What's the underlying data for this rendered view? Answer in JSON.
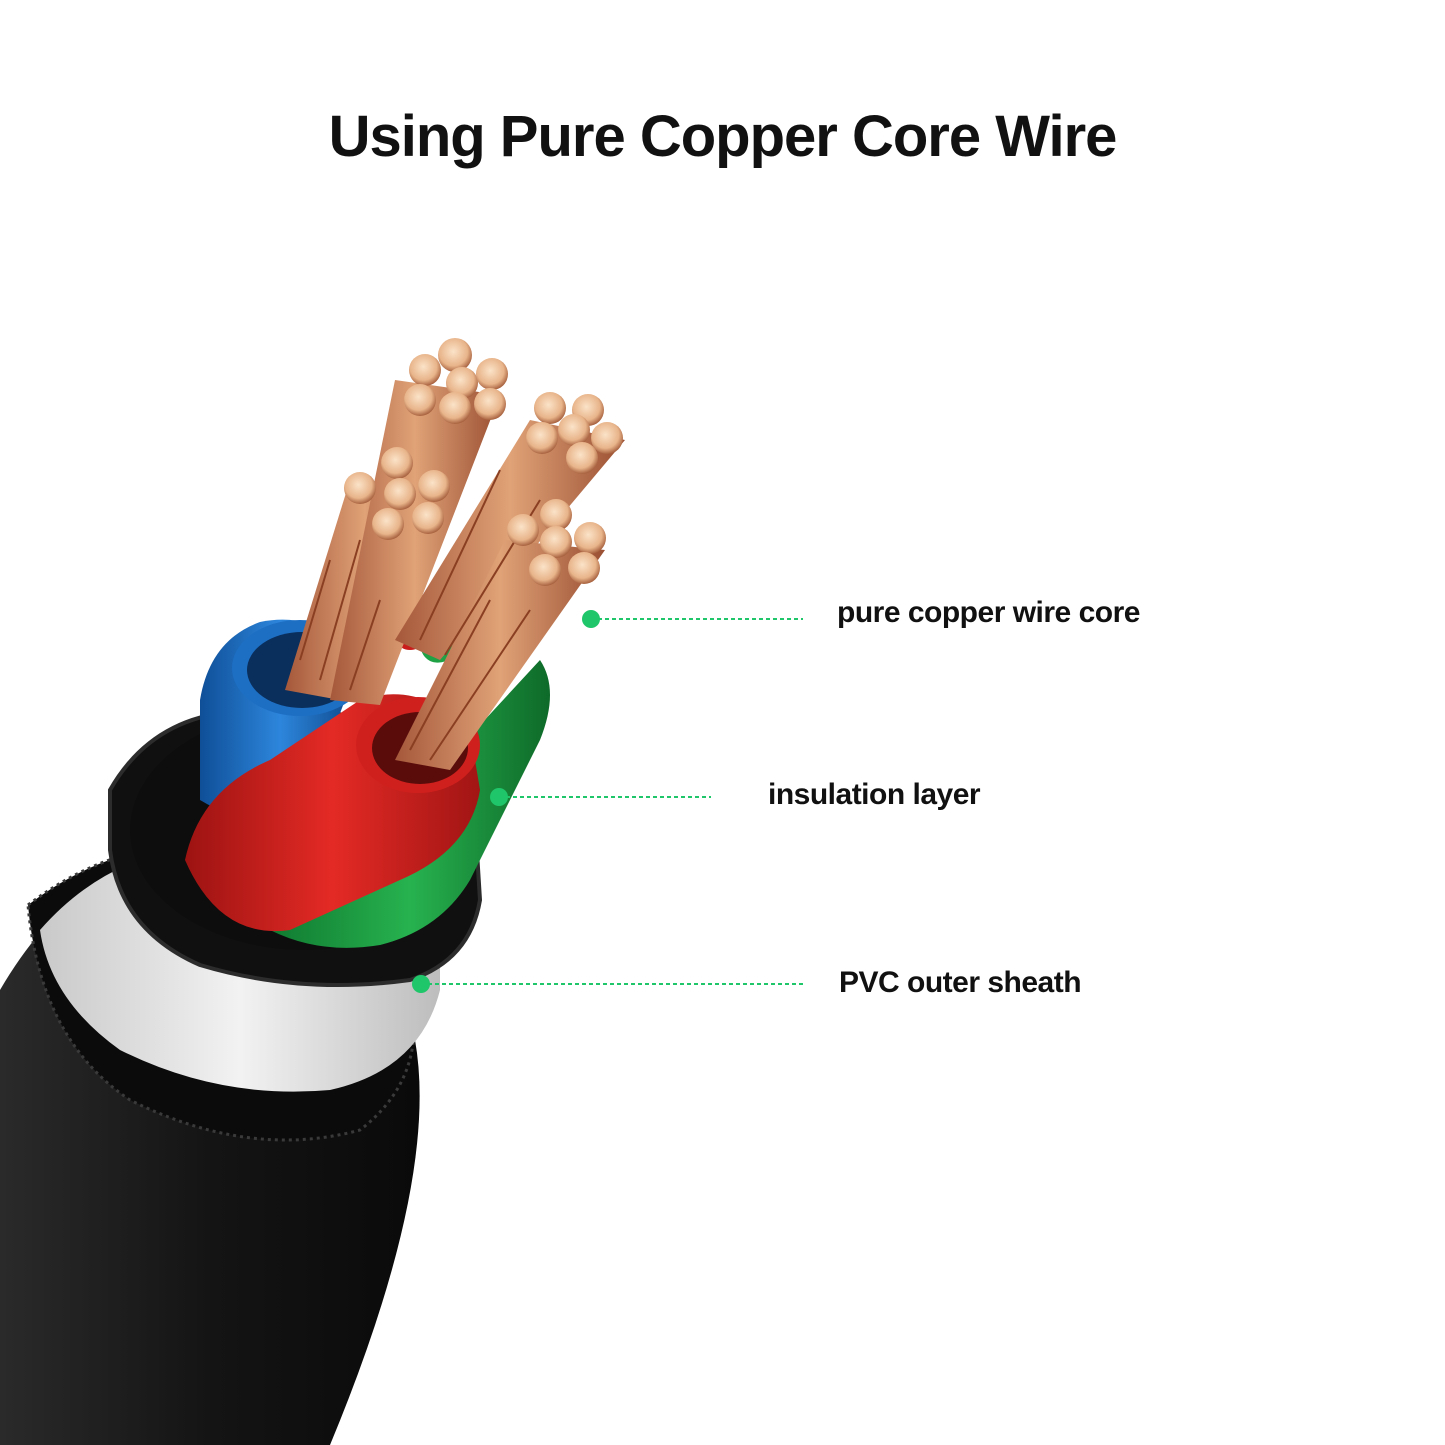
{
  "title": "Using Pure Copper Core Wire",
  "callouts": [
    {
      "id": "core",
      "label": "pure copper wire core"
    },
    {
      "id": "insulation",
      "label": "insulation layer"
    },
    {
      "id": "sheath",
      "label": "PVC outer sheath"
    }
  ],
  "colors": {
    "callout_dot": "#1fc66a",
    "copper": "#d08a5a",
    "insulation_blue": "#1d6fc4",
    "insulation_red": "#d0201e",
    "insulation_green": "#1ea245",
    "filler_white": "#e6e6e6",
    "outer_sheath": "#141414"
  },
  "icons": [
    "cable-cross-section-icon",
    "callout-dot-icon"
  ]
}
